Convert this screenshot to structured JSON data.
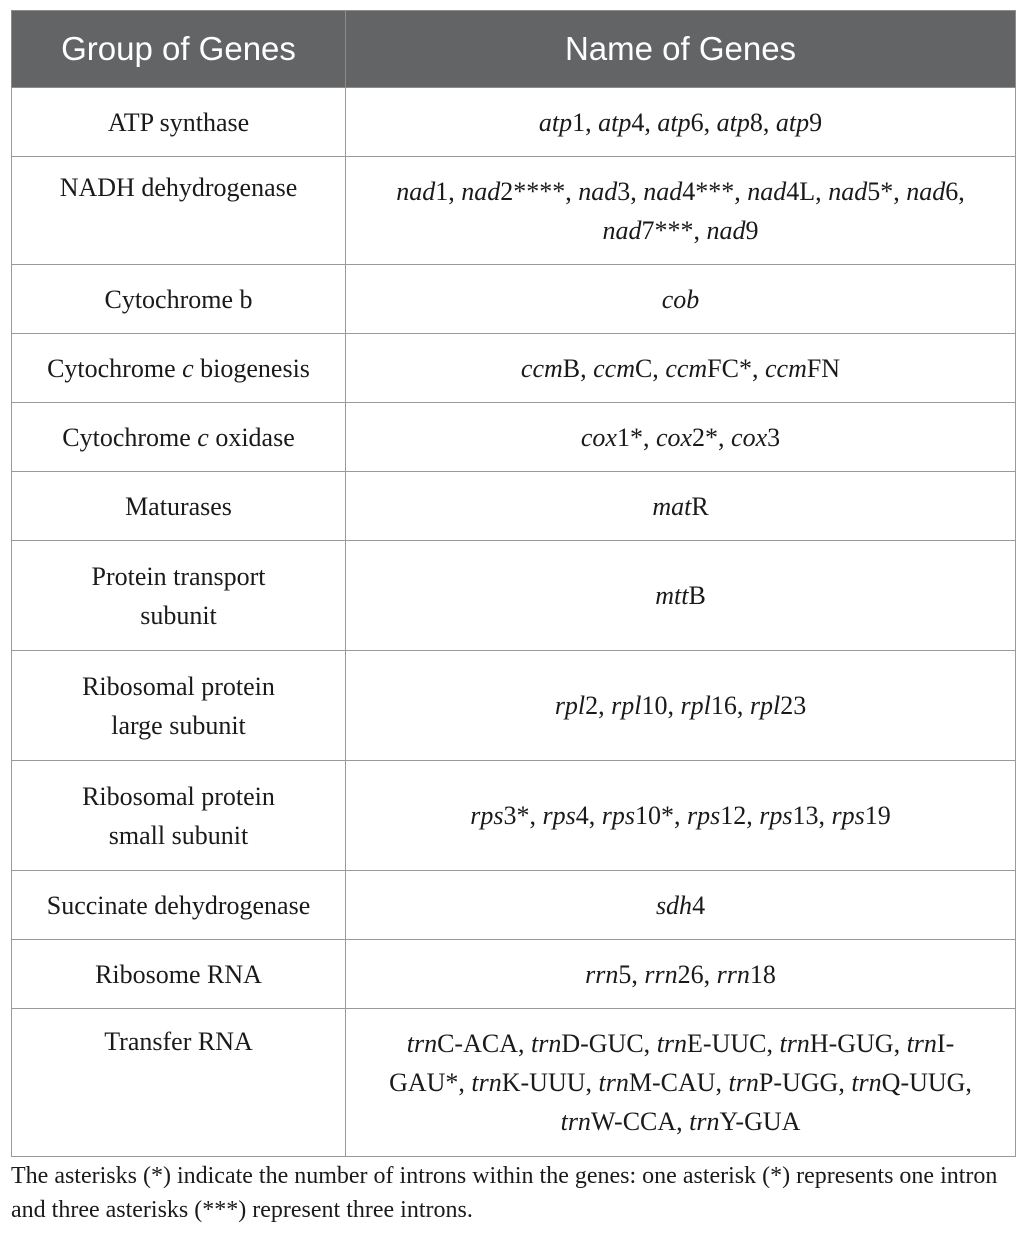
{
  "table": {
    "headers": [
      "Group of Genes",
      "Name of Genes"
    ],
    "rows": [
      {
        "group": "ATP synthase",
        "genes": "atp1, atp4, atp6, atp8, atp9"
      },
      {
        "group": "NADH dehydrogenase",
        "genes": "nad1, nad2****, nad3, nad4***, nad4L, nad5*, nad6, nad7***, nad9"
      },
      {
        "group": "Cytochrome b",
        "genes": "cob"
      },
      {
        "group": "Cytochrome c biogenesis",
        "genes": "ccmB, ccmC, ccmFC*, ccmFN"
      },
      {
        "group": "Cytochrome c oxidase",
        "genes": "cox1*, cox2*, cox3"
      },
      {
        "group": "Maturases",
        "genes": "matR"
      },
      {
        "group": "Protein transport subunit",
        "genes": "mttB"
      },
      {
        "group": "Ribosomal protein large subunit",
        "genes": "rpl2, rpl10, rpl16, rpl23"
      },
      {
        "group": "Ribosomal protein small subunit",
        "genes": "rps3*, rps4, rps10*, rps12, rps13, rps19"
      },
      {
        "group": "Succinate dehydrogenase",
        "genes": "sdh4"
      },
      {
        "group": "Ribosome RNA",
        "genes": "rrn5, rrn26, rrn18"
      },
      {
        "group": "Transfer RNA",
        "genes": "trnC-ACA, trnD-GUC, trnE-UUC, trnH-GUG, trnI-GAU*, trnK-UUU, trnM-CAU, trnP-UGG, trnQ-UUG, trnW-CCA, trnY-GUA"
      }
    ]
  },
  "footnote": "The asterisks (*) indicate the number of introns within the genes: one asterisk (*) represents one intron and three asterisks (***) represent three introns."
}
